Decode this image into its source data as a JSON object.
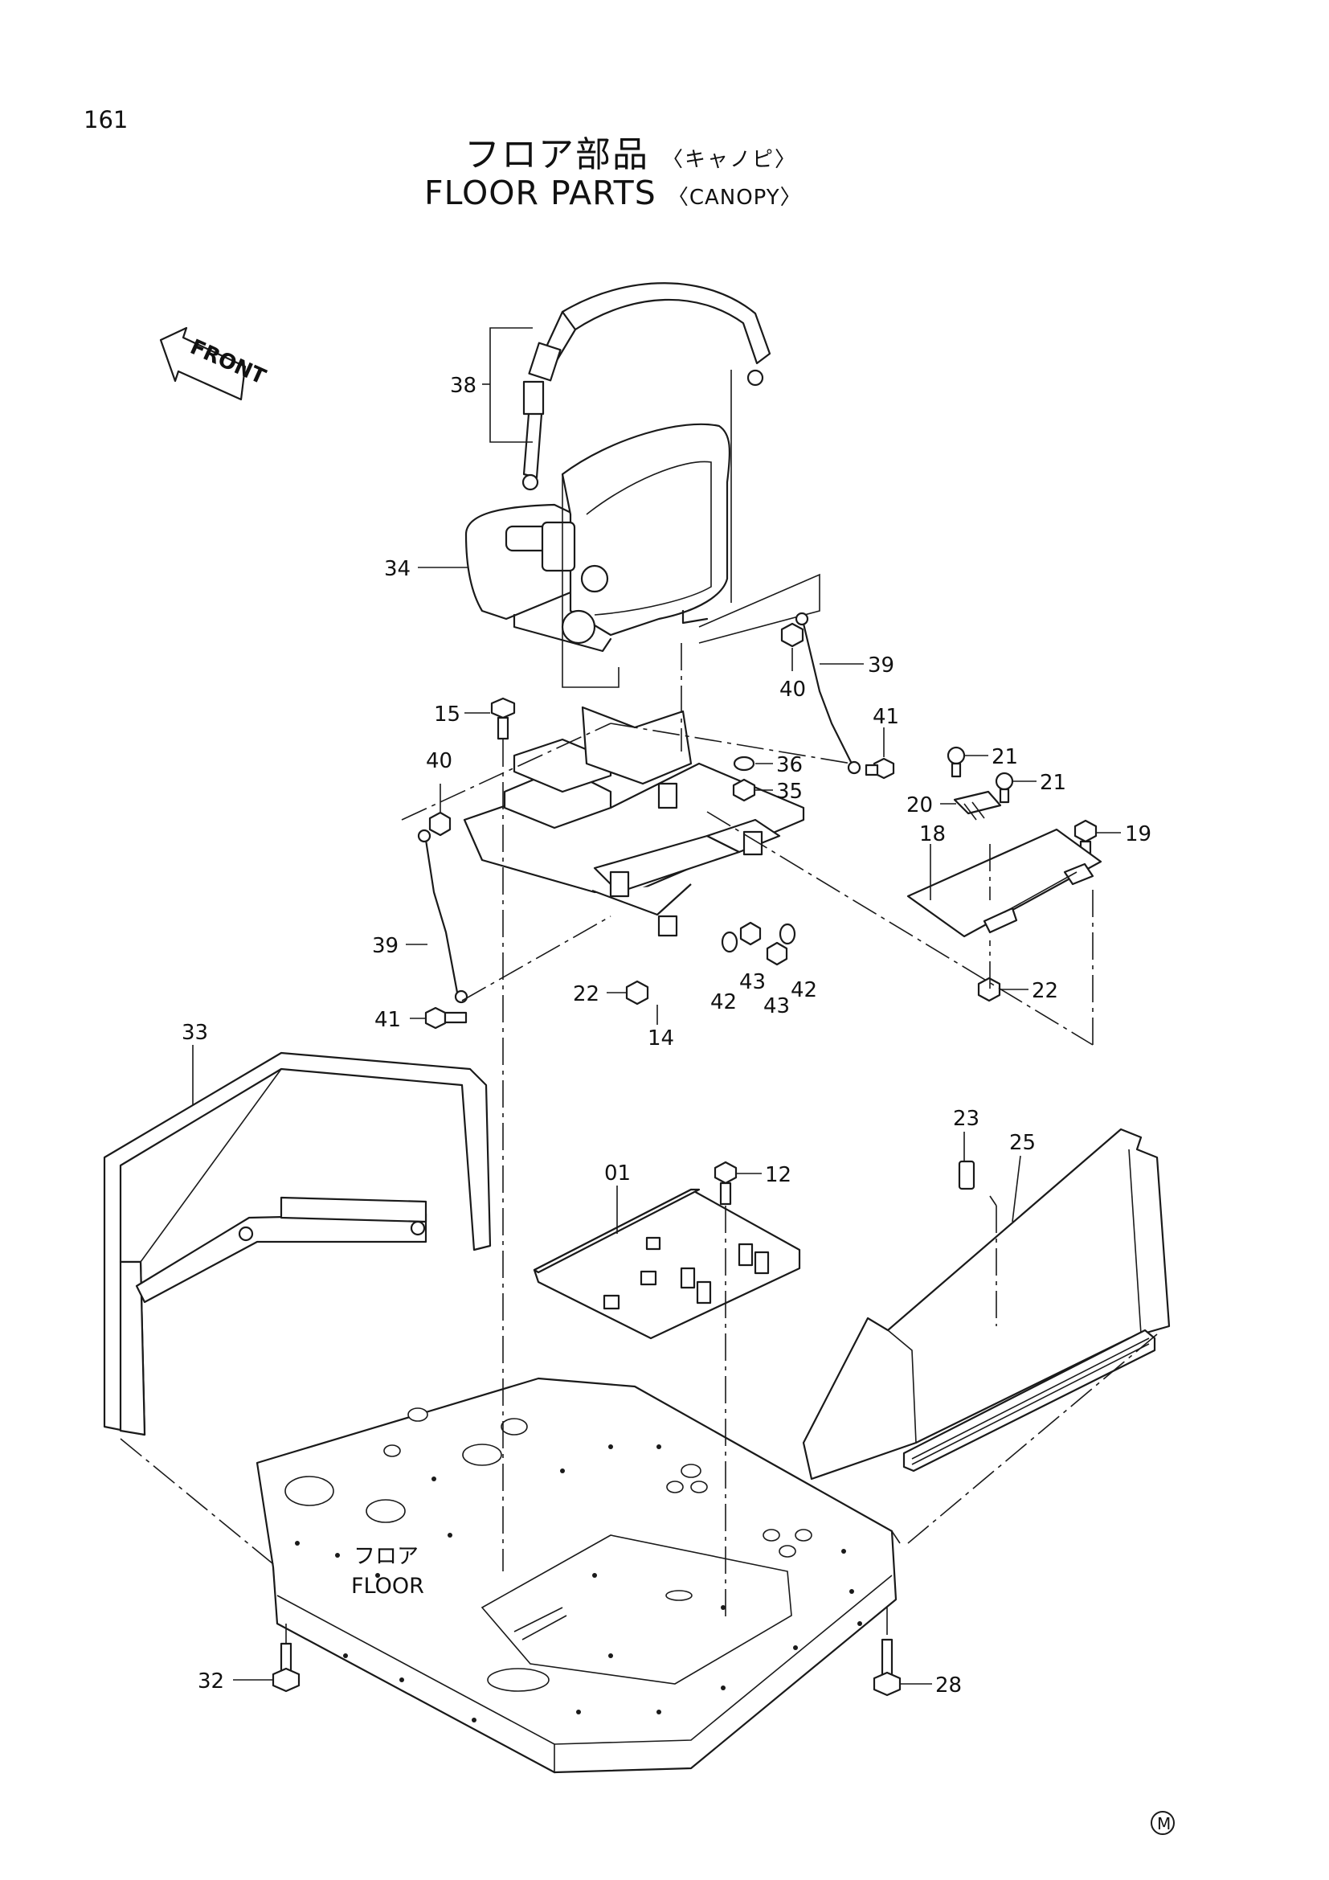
{
  "page_number": "161",
  "title_jp": "フロア部品",
  "title_jp_sub": "〈キャノピ〉",
  "title_en": "FLOOR  PARTS",
  "title_en_sub": "〈CANOPY〉",
  "front_label": "FRONT",
  "floor_label_jp": "フロア",
  "floor_label_en": "FLOOR",
  "mark": "M",
  "callouts": {
    "c38": "38",
    "c34": "34",
    "c39a": "39",
    "c40a": "40",
    "c15": "15",
    "c40b": "40",
    "c36": "36",
    "c35": "35",
    "c41a": "41",
    "c21a": "21",
    "c21b": "21",
    "c20": "20",
    "c19": "19",
    "c18": "18",
    "c39b": "39",
    "c22a": "22",
    "c42a": "42",
    "c43a": "43",
    "c43b": "43",
    "c42b": "42",
    "c22b": "22",
    "c14": "14",
    "c41b": "41",
    "c33": "33",
    "c23": "23",
    "c25": "25",
    "c01": "01",
    "c12": "12",
    "c32": "32",
    "c28": "28"
  }
}
